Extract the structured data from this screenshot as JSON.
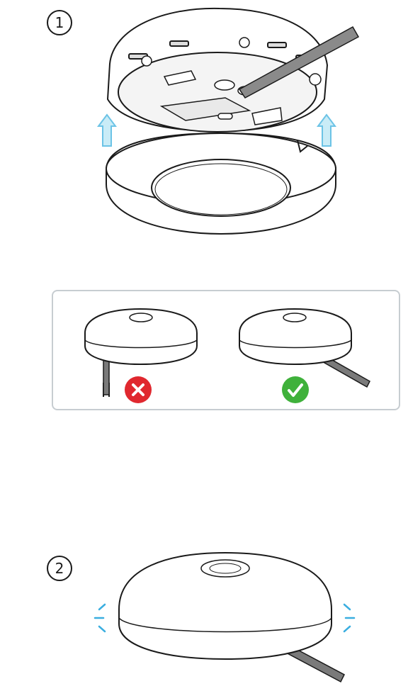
{
  "steps": [
    {
      "number": "1"
    },
    {
      "number": "2"
    }
  ],
  "comparison": {
    "wrong_status": "incorrect",
    "right_status": "correct"
  },
  "colors": {
    "arrow": "#6cc3e6",
    "wrong": "#e0282f",
    "right": "#3fb13b",
    "cable": "#7a7a7a",
    "outline": "#1a1a1a"
  },
  "icons": [
    "up-arrow-icon",
    "x-mark-icon",
    "check-mark-icon",
    "vibration-icon"
  ]
}
